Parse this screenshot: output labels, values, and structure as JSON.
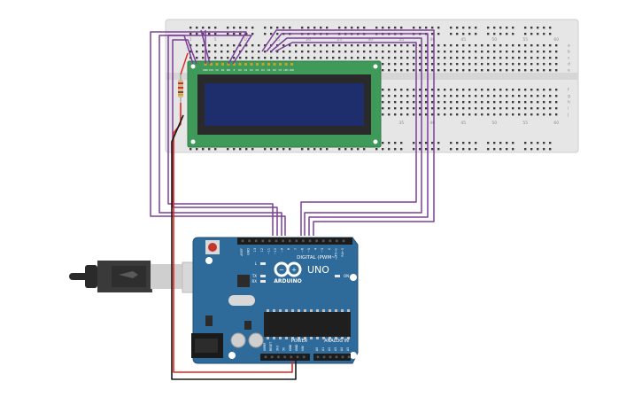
{
  "breadboard": {
    "col_labels": [
      "1",
      "5",
      "10",
      "15",
      "20",
      "25",
      "30",
      "35",
      "40",
      "45",
      "50",
      "55",
      "60"
    ],
    "row_labels_top": [
      "a",
      "b",
      "c",
      "d",
      "e"
    ],
    "row_labels_bottom": [
      "f",
      "g",
      "h",
      "i",
      "j"
    ]
  },
  "lcd": {
    "pin_labels": [
      "GND",
      "VCC",
      "V0",
      "RS",
      "RW",
      "E",
      "D0",
      "D1",
      "D2",
      "D3",
      "D4",
      "D5",
      "D6",
      "D7",
      "LED",
      "LED"
    ]
  },
  "arduino": {
    "brand": "ARDUINO",
    "model": "UNO",
    "digital_header": "DIGITAL (PWM~)",
    "power_header": "POWER",
    "analog_header": "ANALOG IN",
    "digital_pins": [
      "AREF",
      "GND",
      "13",
      "12",
      "~11",
      "~10",
      "~9",
      "8",
      "7",
      "~6",
      "~5",
      "4",
      "~3",
      "2",
      "TX→1",
      "RX←0"
    ],
    "power_pins": [
      "IOREF",
      "RESET",
      "3V3",
      "5V",
      "GND",
      "GND",
      "VIN"
    ],
    "analog_pins": [
      "A0",
      "A1",
      "A2",
      "A3",
      "A4",
      "A5"
    ],
    "led_labels": [
      "L",
      "TX",
      "RX",
      "ON"
    ]
  },
  "colors": {
    "wire_purple": "#7b3f98",
    "wire_red": "#e0261d",
    "wire_black": "#1a1a1a",
    "board_blue": "#2f6b9a",
    "lcd_green": "#3f9a5a",
    "lcd_screen": "#1e2d6b"
  }
}
